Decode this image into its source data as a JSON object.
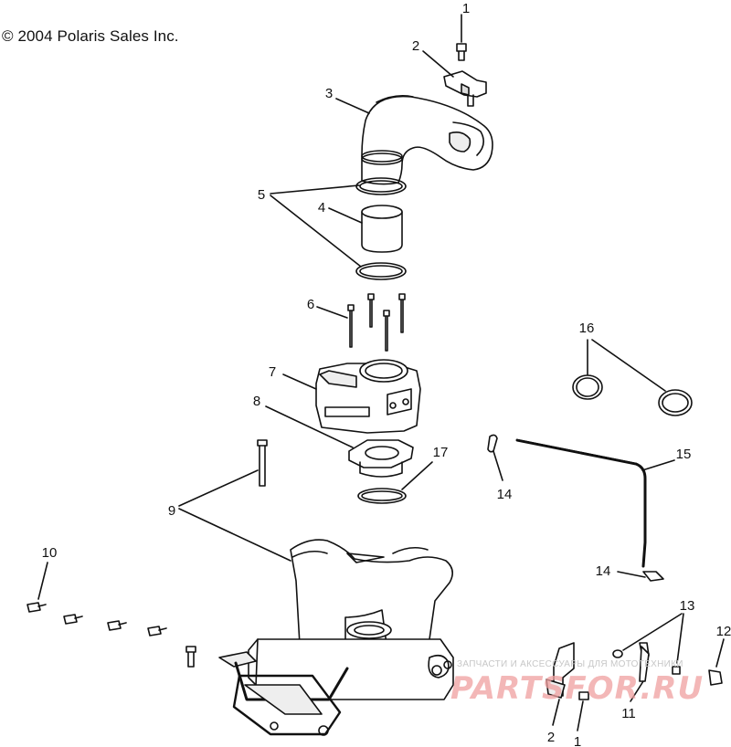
{
  "copyright": "© 2004 Polaris Sales Inc.",
  "callouts": [
    "1",
    "2",
    "3",
    "5",
    "4",
    "6",
    "7",
    "8",
    "9",
    "17",
    "16",
    "15",
    "14",
    "14",
    "10",
    "13",
    "12",
    "11",
    "2",
    "1"
  ],
  "watermark": {
    "small": "ЗАПЧАСТИ И АКСЕССУАРЫ ДЛЯ МОТОТЕХНИКИ",
    "big": "PARTSFOR.RU"
  }
}
